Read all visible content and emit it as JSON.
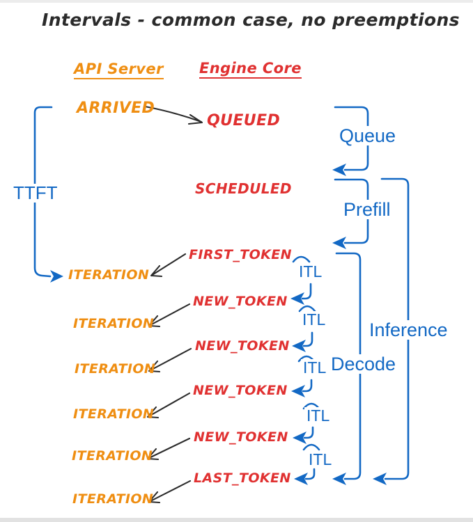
{
  "title": "Intervals - common case, no preemptions",
  "columns": {
    "api_server": "API Server",
    "engine_core": "Engine Core"
  },
  "events": {
    "arrived": "ARRIVED",
    "queued": "QUEUED",
    "scheduled": "SCHEDULED",
    "first_token": "FIRST_TOKEN",
    "new_token": "NEW_TOKEN",
    "last_token": "LAST_TOKEN",
    "iteration": "ITERATION"
  },
  "intervals": {
    "ttft": "TTFT",
    "queue": "Queue",
    "prefill": "Prefill",
    "itl": "ITL",
    "decode": "Decode",
    "inference": "Inference"
  },
  "colors": {
    "blue": "#1268c4",
    "red": "#e03131",
    "orange": "#ef8e12",
    "ink": "#2b2b2b"
  }
}
